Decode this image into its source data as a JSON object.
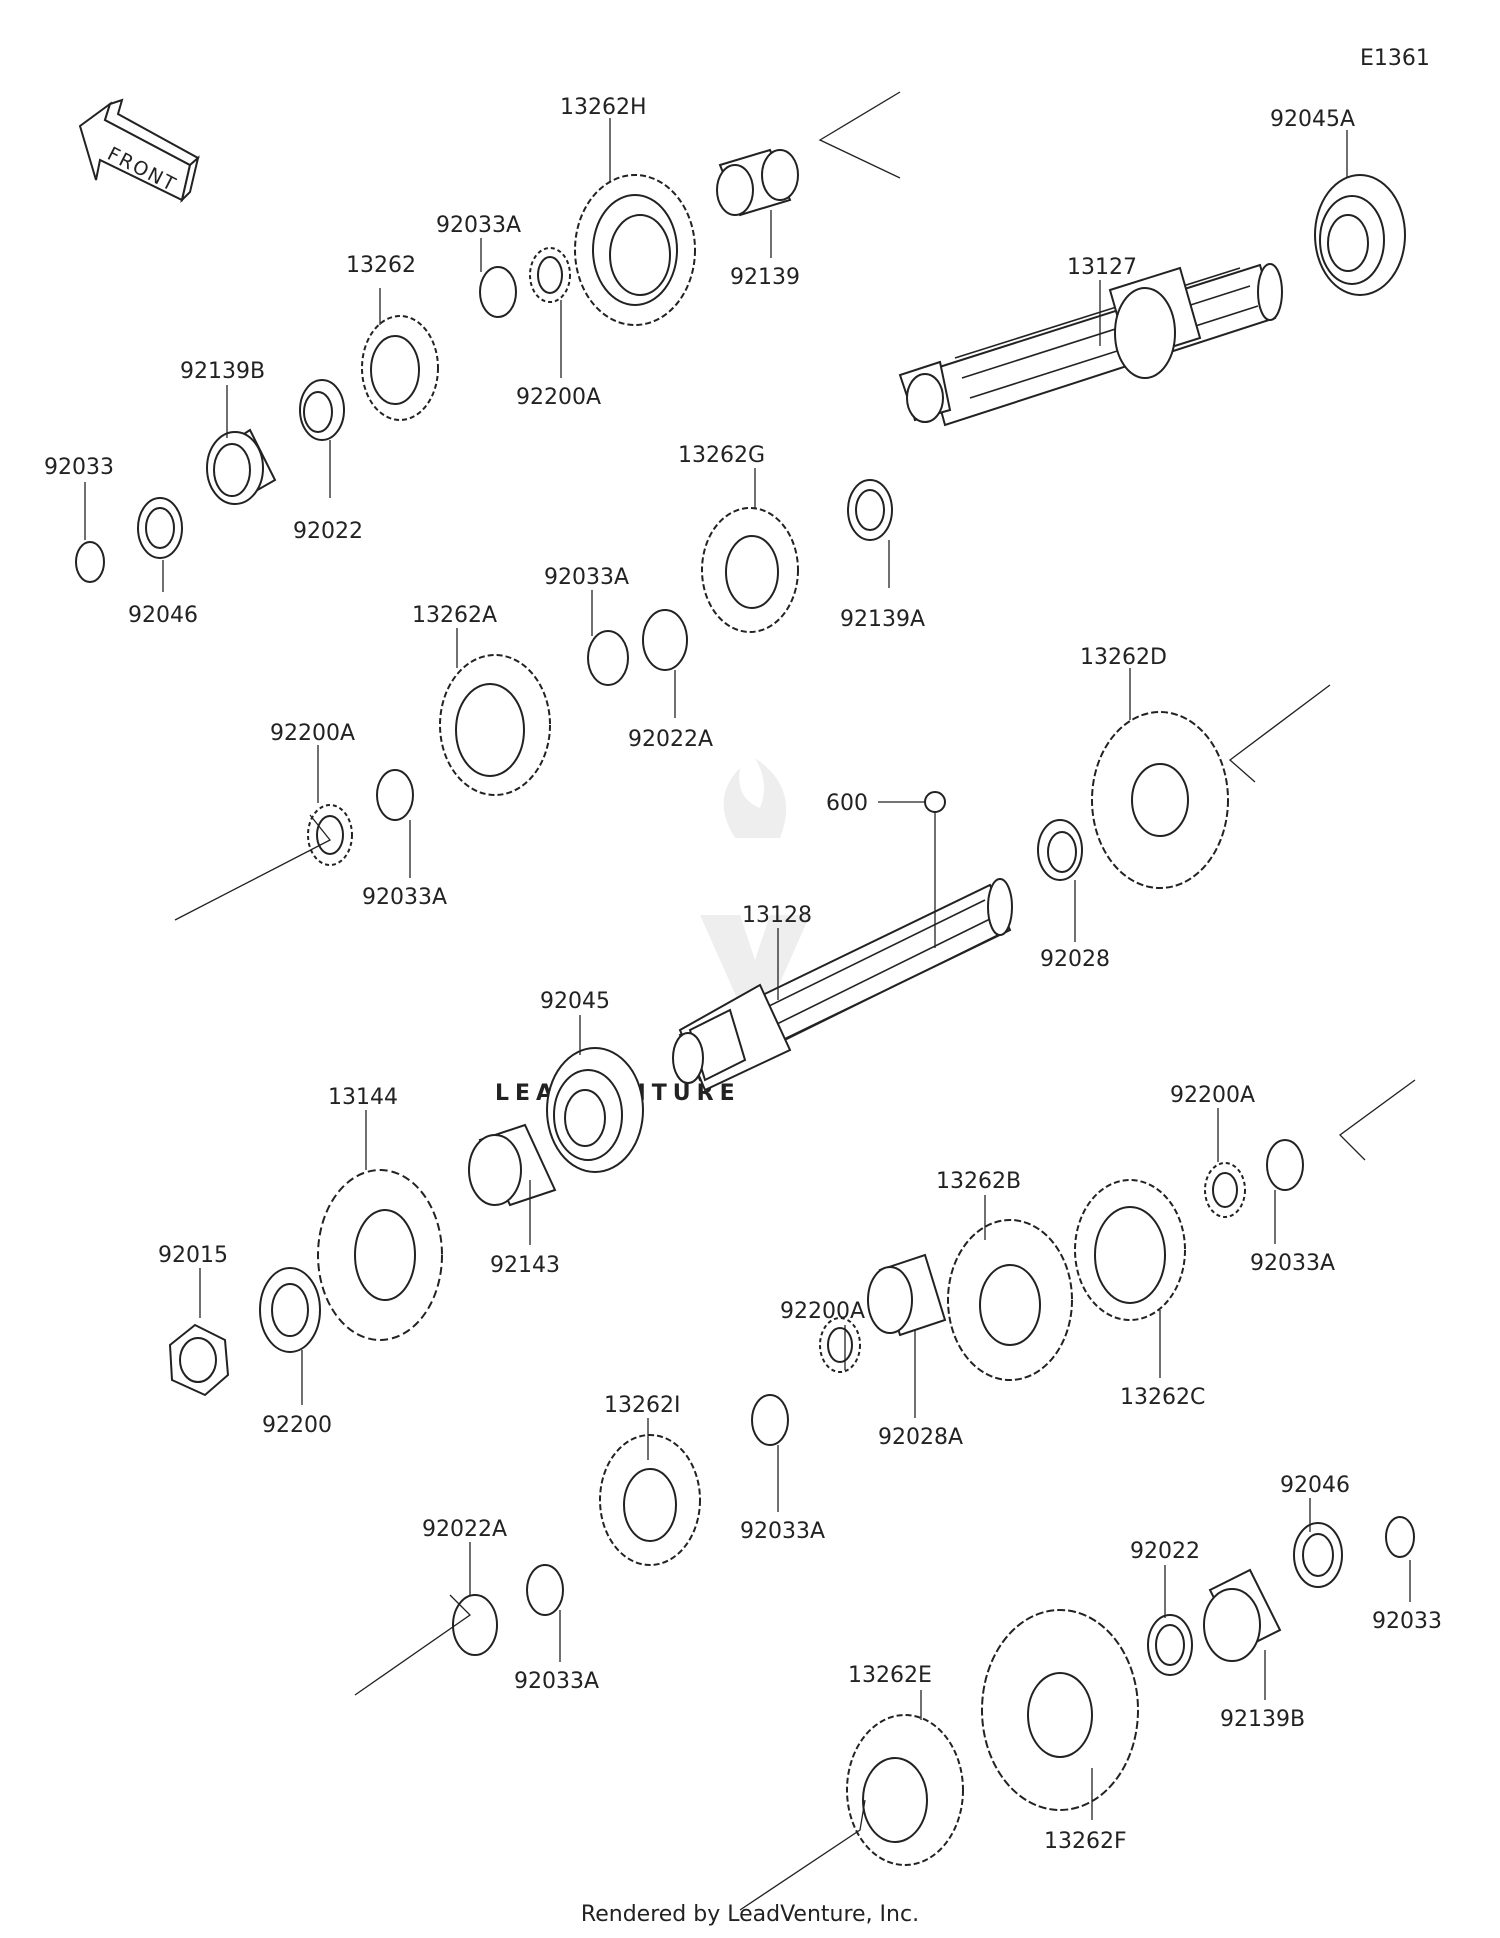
{
  "diagram_code": "E1361",
  "front_label": "FRONT",
  "watermark": "LEADVENTURE",
  "footer": "Rendered by LeadVenture, Inc.",
  "callout": "600",
  "parts": [
    "13262H",
    "92139",
    "92045A",
    "92033A",
    "13262",
    "92200A",
    "13127",
    "92139B",
    "92033",
    "92022",
    "92046",
    "13262G",
    "92033A",
    "92139A",
    "13262A",
    "92022A",
    "13262D",
    "92200A",
    "92033A",
    "600",
    "13128",
    "92028",
    "92045",
    "13144",
    "92200A",
    "92033A",
    "13262B",
    "92015",
    "92143",
    "13262C",
    "92200",
    "92200A",
    "13262I",
    "92028A",
    "92022A",
    "92033A",
    "92046",
    "92022",
    "92033",
    "92033A",
    "92139B",
    "13262E",
    "13262F"
  ]
}
